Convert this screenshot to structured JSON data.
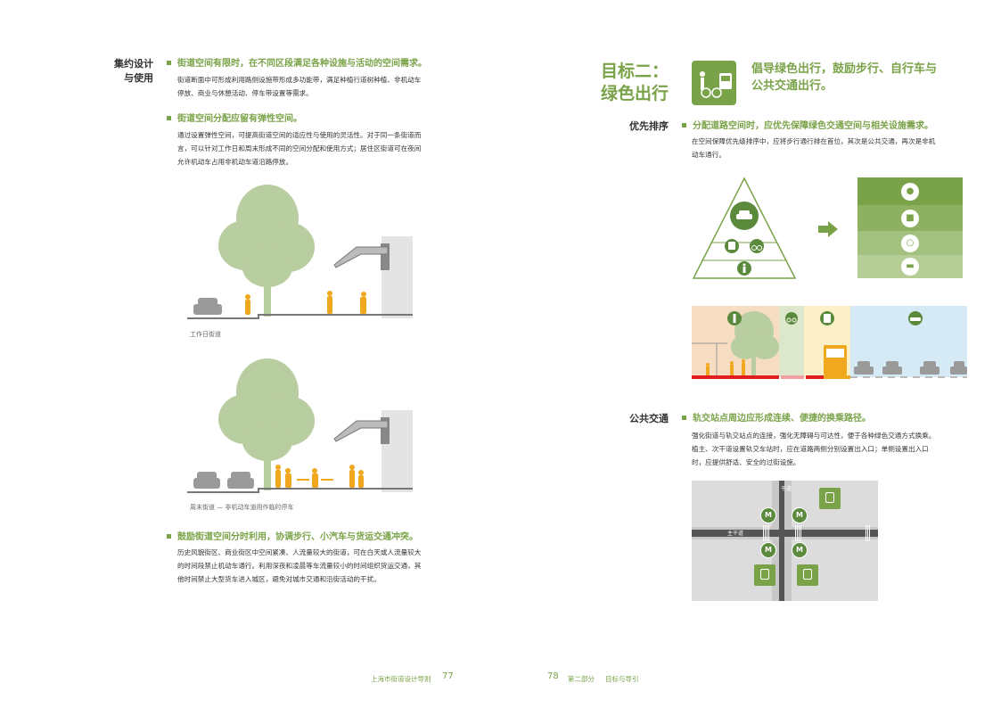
{
  "left": {
    "side_label_line1": "集约设计",
    "side_label_line2": "与使用",
    "sections": [
      {
        "heading": "街道空间有限时，在不同区段满足各种设施与活动的空间需求。",
        "body": [
          "街道断面中可形成利用路侧设施带形成多功能带，满足种植行道树种植、非机动车",
          "停放、商业与休憩活动、停车带设置等需求。"
        ]
      },
      {
        "heading": "街道空间分配应留有弹性空间。",
        "body": [
          "通过设置弹性空间，可提高街道空间的适应性与使用的灵活性。对于同一条街道而",
          "言，可以针对工作日和周末形成不同的空间分配和使用方式；居住区街道可在夜间",
          "允许机动车占用非机动车道沿路停放。"
        ]
      },
      {
        "heading": "鼓励街道空间分时利用，协调步行、小汽车与货运交通冲突。",
        "body": [
          "历史风貌街区、商业街区中空间紧凑、人流量较大的街道，可在白天或人流量较大",
          "的时间段禁止机动车通行。利用深夜和凌晨等车流量较小的时间组织货运交通，其",
          "他时间禁止大型货车进入城区，避免对城市交通和沿街活动的干扰。"
        ]
      }
    ],
    "caption_weekday": "工作日街道",
    "caption_weekend": "周末街道 — 非机动车道用作临时停车",
    "footer_title": "上海市街道设计导则",
    "footer_page": "77"
  },
  "right": {
    "goal_title_line1": "目标二：",
    "goal_title_line2": "绿色出行",
    "goal_sub_line1": "倡导绿色出行，鼓励步行、自行车与",
    "goal_sub_line2": "公共交通出行。",
    "priority": {
      "label": "优先排序",
      "heading": "分配道路空间时，应优先保障绿色交通空间与相关设施需求。",
      "body": [
        "在空间保障优先级排序中，应将步行通行排在首位，其次是公共交通，再次是非机",
        "动车通行。"
      ]
    },
    "transit": {
      "label": "公共交通",
      "heading": "轨交站点周边应形成连续、便捷的换乘路径。",
      "body": [
        "强化街道与轨交站点的连接，强化无障碍与可达性，便于各种绿色交通方式换乘。",
        "植主、次干道设置轨交车站时，应在道路两侧分别设置出入口；单侧设置出入口",
        "时，应提供舒适、安全的过街设施。"
      ],
      "map_road_main": "主干道",
      "map_road_cross": "干道",
      "metro_letter": "M"
    },
    "footer_page": "78",
    "footer_part": "第二部分",
    "footer_title": "目标与导引"
  },
  "colors": {
    "accent": "#7aa349",
    "dark_green": "#5b8a3c",
    "tree": "#b8cda0",
    "person": "#f0a81e",
    "car": "#9a9a9a",
    "red_lane": "#e02020"
  },
  "icons": [
    "pedestrian-icon",
    "bicycle-icon",
    "bus-icon",
    "car-icon",
    "metro-icon",
    "arrow-right-icon"
  ]
}
